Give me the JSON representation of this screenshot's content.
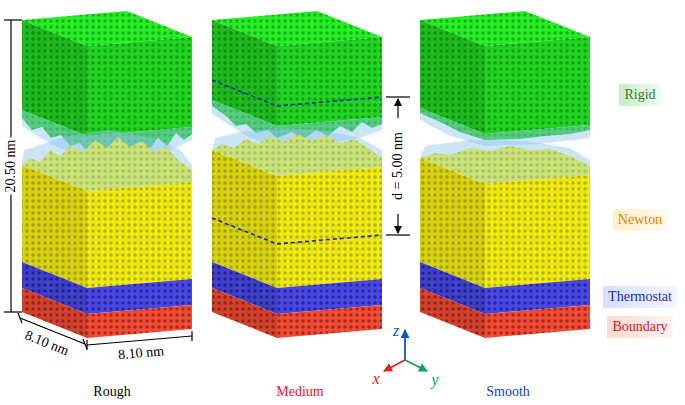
{
  "diagram": {
    "nodes": [
      {
        "text": [
          "Rigid"
        ]
      },
      {
        "text": [
          "Newton"
        ]
      },
      {
        "text": [
          "Thermostat"
        ]
      },
      {
        "text": [
          "Boundary"
        ]
      }
    ],
    "labels": [
      "20.50 nm",
      "d = 5.00 nm",
      "8.10 nm",
      "8.10 nm",
      "z",
      "x",
      "y",
      "Rough",
      "Medium",
      "Smooth"
    ]
  }
}
